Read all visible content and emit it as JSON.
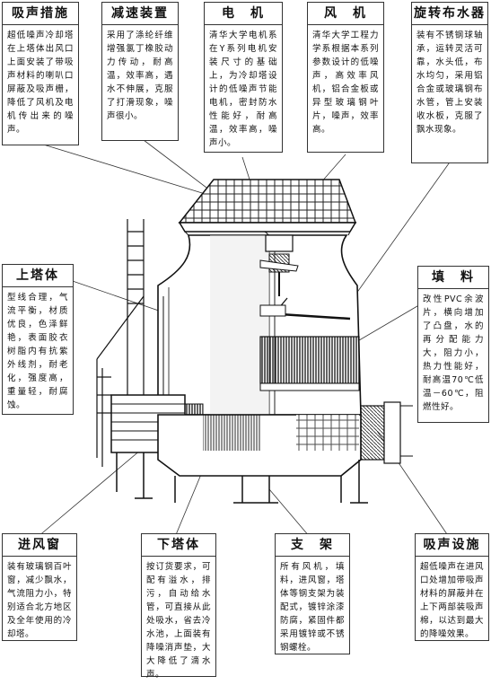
{
  "callouts": {
    "xishengcuoshi": {
      "title": "吸声措施",
      "text": "超低噪声冷却塔在上塔体出风口上面安装了带吸声材料的喇叭口屏蔽及吸声栅，降低了风机及电机传出来的噪声。"
    },
    "jiansuzhuangzhi": {
      "title": "减速装置",
      "text": "采用了涤纶纤维增强氯丁橡胶动力传动，耐高温，效率高，遇水不伸展，克服了打滑现象，噪声很小。"
    },
    "dianji": {
      "title": "电　机",
      "text": "清华大学电机系在Y系列电机安装尺寸的基础上，为冷却塔设计的低噪声节能电机，密封防水性能好，耐高温，效率高，噪声小。"
    },
    "fengji": {
      "title": "风　机",
      "text": "清华大学工程力学系根据本系列参数设计的低噪声，高效率风机，铝合金板或异型玻璃钢叶片，噪声，效率高。"
    },
    "xuanzhuanbushuiqi": {
      "title": "旋转布水器",
      "text": "装有不锈钢球轴承，运转灵活可靠，水头低，布水均匀，采用铝合金或玻璃钢布水管，管上安装收水板，克服了飘水现象。"
    },
    "shangtati": {
      "title": "上塔体",
      "text": "型线合理，气流平衡，材质优良，色泽鲜艳，表面胶衣树脂内有抗紫外线剂，耐老化，强度高，重量轻，耐腐蚀。"
    },
    "tianliao": {
      "title": "填　料",
      "text": "改性PVC余波片，横向增加了凸盘，水的再分配能力大，阻力小，热力性能好，耐高温70℃低温－60℃，阻燃性好。"
    },
    "jinfengchuang": {
      "title": "进风窗",
      "text": "装有玻璃钢百叶窗，减少飘水，气流阻力小，特别适合北方地区及全年使用的冷却塔。"
    },
    "xiatati": {
      "title": "下塔体",
      "text": "按订货要求，可配有溢水，排污，自动给水管，可直接从此处吸水，省去冷水池，上面装有降噪消声垫，大大降低了滴水声。"
    },
    "zhijia": {
      "title": "支　架",
      "text": "所有风机，填料，进风窗，塔体等钢支架为装配式，镀锌涂漆防腐，紧固件都采用镀锌或不锈钢螺栓。"
    },
    "xishengsheshi": {
      "title": "吸声设施",
      "text": "超低噪声在进风口处增加带吸声材料的屏蔽并在上下两部装吸声棉，以达到最大的降噪效果。"
    }
  },
  "colors": {
    "ink": "#1a1a1a",
    "line": "#333333"
  }
}
